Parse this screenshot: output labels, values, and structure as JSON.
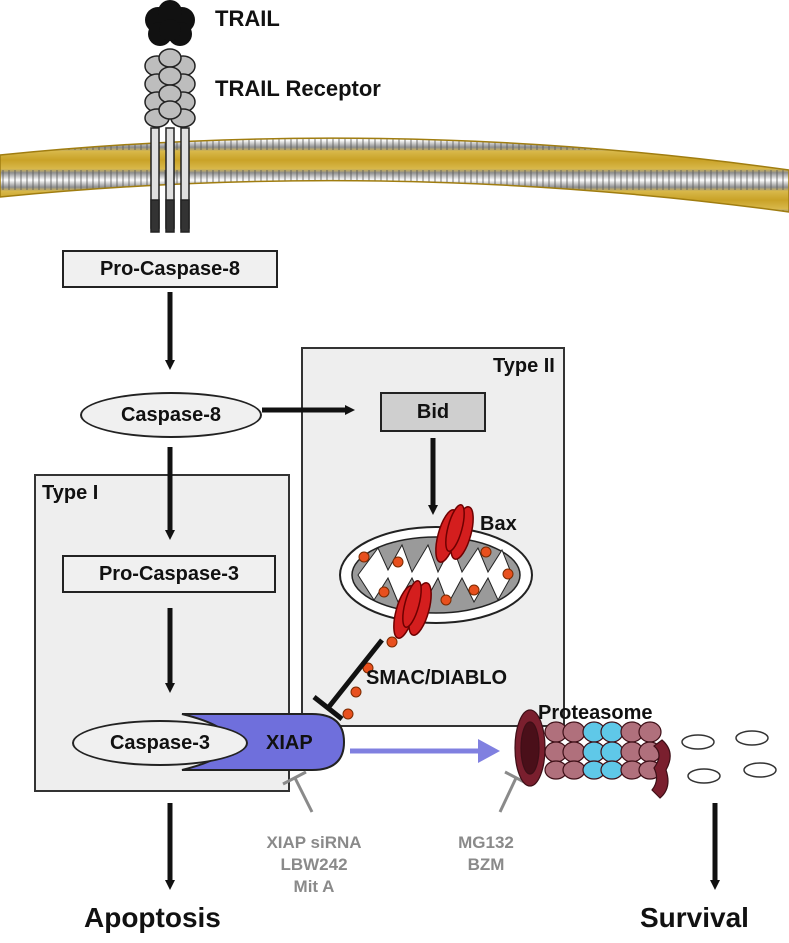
{
  "labels": {
    "trail": "TRAIL",
    "trail_receptor": "TRAIL Receptor",
    "pro_caspase_8": "Pro-Caspase-8",
    "caspase_8": "Caspase-8",
    "type_ii": "Type II",
    "bid": "Bid",
    "bax": "Bax",
    "type_i": "Type I",
    "pro_caspase_3": "Pro-Caspase-3",
    "smac_diablo": "SMAC/DIABLO",
    "caspase_3": "Caspase-3",
    "xiap": "XIAP",
    "proteasome": "Proteasome",
    "apoptosis": "Apoptosis",
    "survival": "Survival"
  },
  "inhibitors": {
    "xiap_targeting": [
      "XIAP siRNA",
      "LBW242",
      "Mit A"
    ],
    "proteasome_targeting": [
      "MG132",
      "BZM"
    ]
  },
  "colors": {
    "membrane_gold": "#c9a227",
    "panel_fill": "#eeeeee",
    "xiap_fill": "#6f6fdc",
    "degradation_arrow": "#8080e0",
    "inhibitor_gray": "#8a8a8a",
    "bax_red": "#d41e1e",
    "smac_dot": "#e8501e",
    "proteasome_maroon": "#7a1f2e",
    "proteasome_blue": "#5fc8e8"
  }
}
